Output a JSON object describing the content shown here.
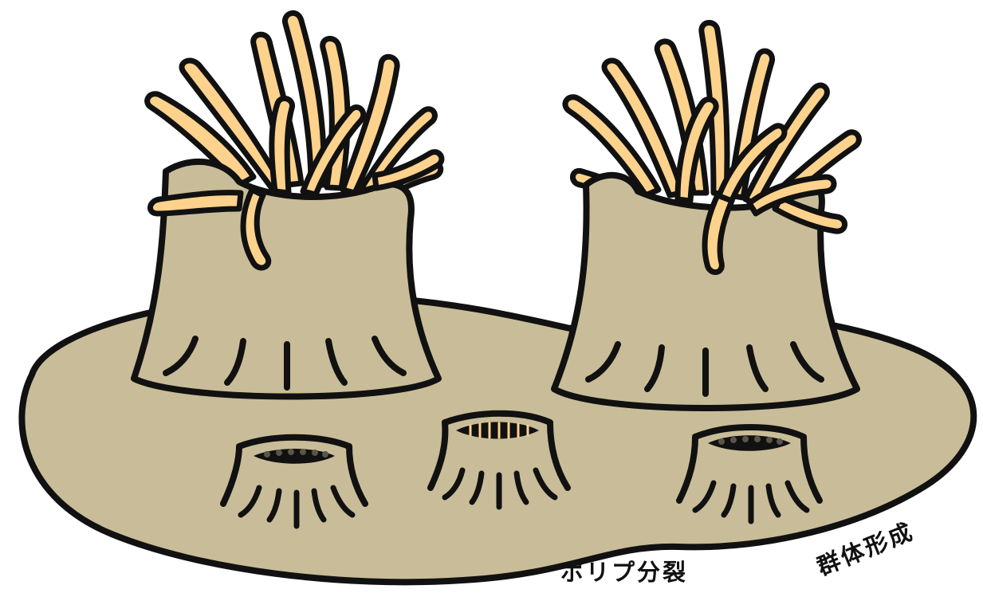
{
  "labels": {
    "polyp_division": "ポリプ分裂",
    "colony_formation": "群体形成"
  },
  "colors": {
    "body": "#c9bd99",
    "tentacle": "#fdd28c",
    "outline": "#111111",
    "mouth_slit": "#fdd28c"
  },
  "icons": {
    "large_polyp": "sea-anemone-open",
    "small_polyp": "sea-anemone-closed"
  }
}
